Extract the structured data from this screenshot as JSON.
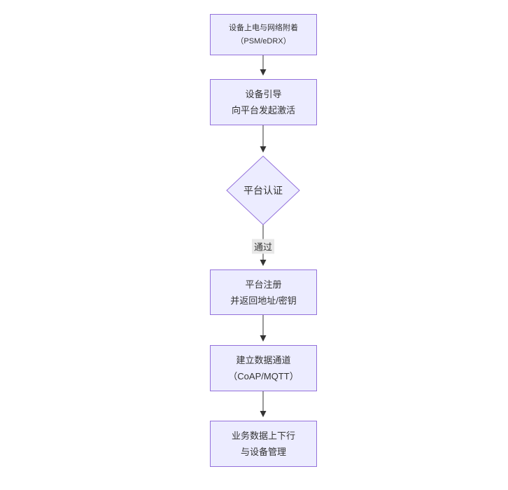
{
  "diagram": {
    "type": "flowchart-vertical",
    "colors": {
      "background": "#ffffff",
      "node_fill": "#ECECFF",
      "node_border": "#9370DB",
      "text": "#333333",
      "arrow": "#333333",
      "edge_label_bg": "#e8e8e8"
    },
    "nodes": [
      {
        "id": "power-attach",
        "shape": "rect",
        "lines": [
          "设备上电与网络附着",
          "（PSM/eDRX）"
        ]
      },
      {
        "id": "bootstrap",
        "shape": "rect",
        "lines": [
          "设备引导",
          "向平台发起激活"
        ]
      },
      {
        "id": "auth",
        "shape": "diamond",
        "lines": [
          "平台认证"
        ]
      },
      {
        "id": "register",
        "shape": "rect",
        "lines": [
          "平台注册",
          "并返回地址/密钥"
        ]
      },
      {
        "id": "data-channel",
        "shape": "rect",
        "lines": [
          "建立数据通道",
          "（CoAP/MQTT）"
        ]
      },
      {
        "id": "business",
        "shape": "rect",
        "lines": [
          "业务数据上下行",
          "与设备管理"
        ]
      }
    ],
    "edges": [
      {
        "from": "power-attach",
        "to": "bootstrap",
        "label": ""
      },
      {
        "from": "bootstrap",
        "to": "auth",
        "label": ""
      },
      {
        "from": "auth",
        "to": "register",
        "label": "通过"
      },
      {
        "from": "register",
        "to": "data-channel",
        "label": ""
      },
      {
        "from": "data-channel",
        "to": "business",
        "label": ""
      }
    ]
  }
}
